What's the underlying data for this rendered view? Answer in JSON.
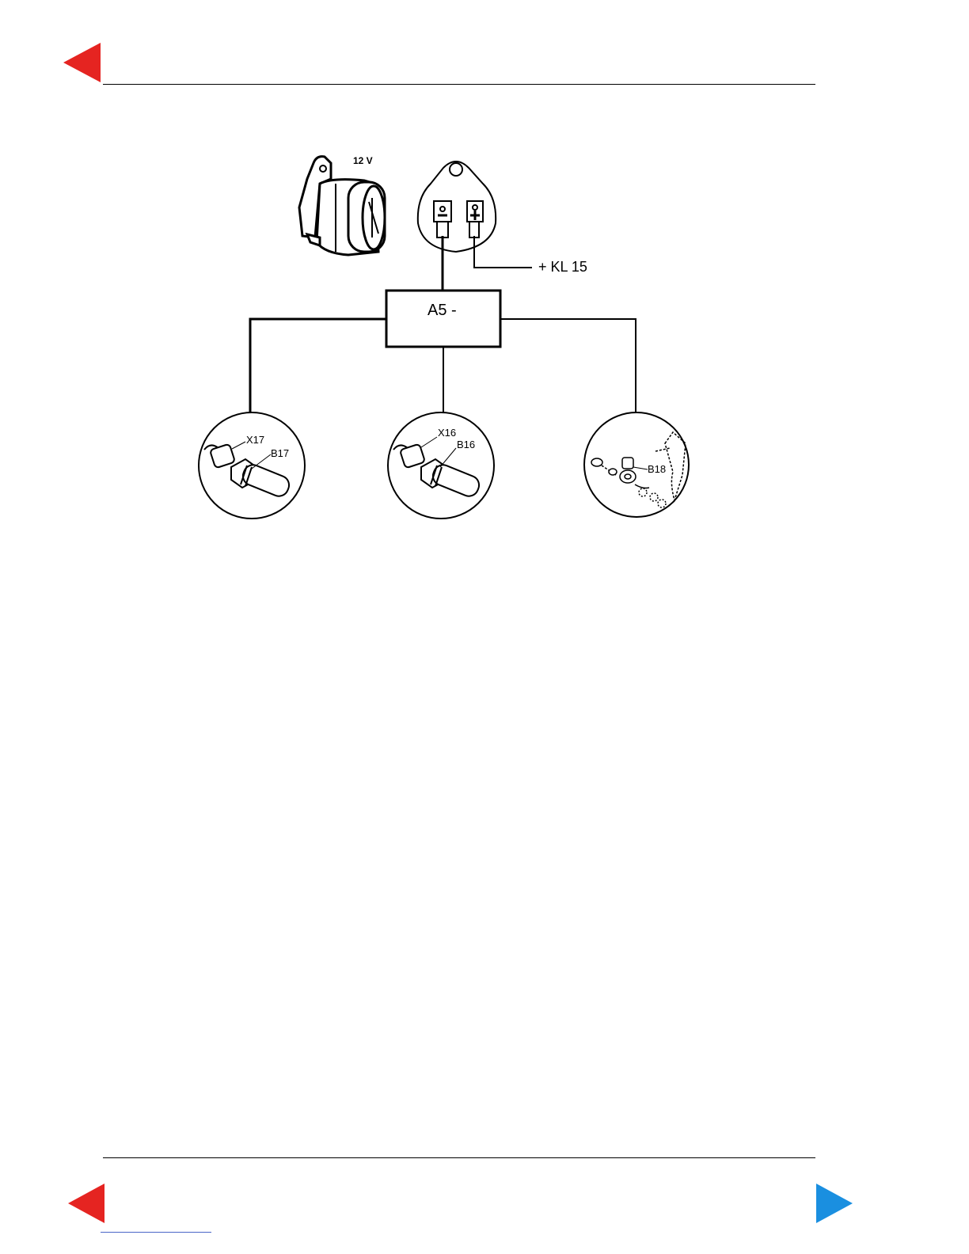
{
  "diagram": {
    "horn_voltage": "12 V",
    "terminal_label": "+ KL 15",
    "module_label": "A5 -",
    "relay_minus": "−",
    "relay_plus": "+",
    "sensors": [
      {
        "connector": "X17",
        "component": "B17"
      },
      {
        "connector": "X16",
        "component": "B16"
      },
      {
        "component": "B18"
      }
    ]
  },
  "navigation": {
    "top_back_color": "#e52421",
    "bottom_back_color": "#e52421",
    "bottom_forward_color": "#1a8fe0"
  }
}
